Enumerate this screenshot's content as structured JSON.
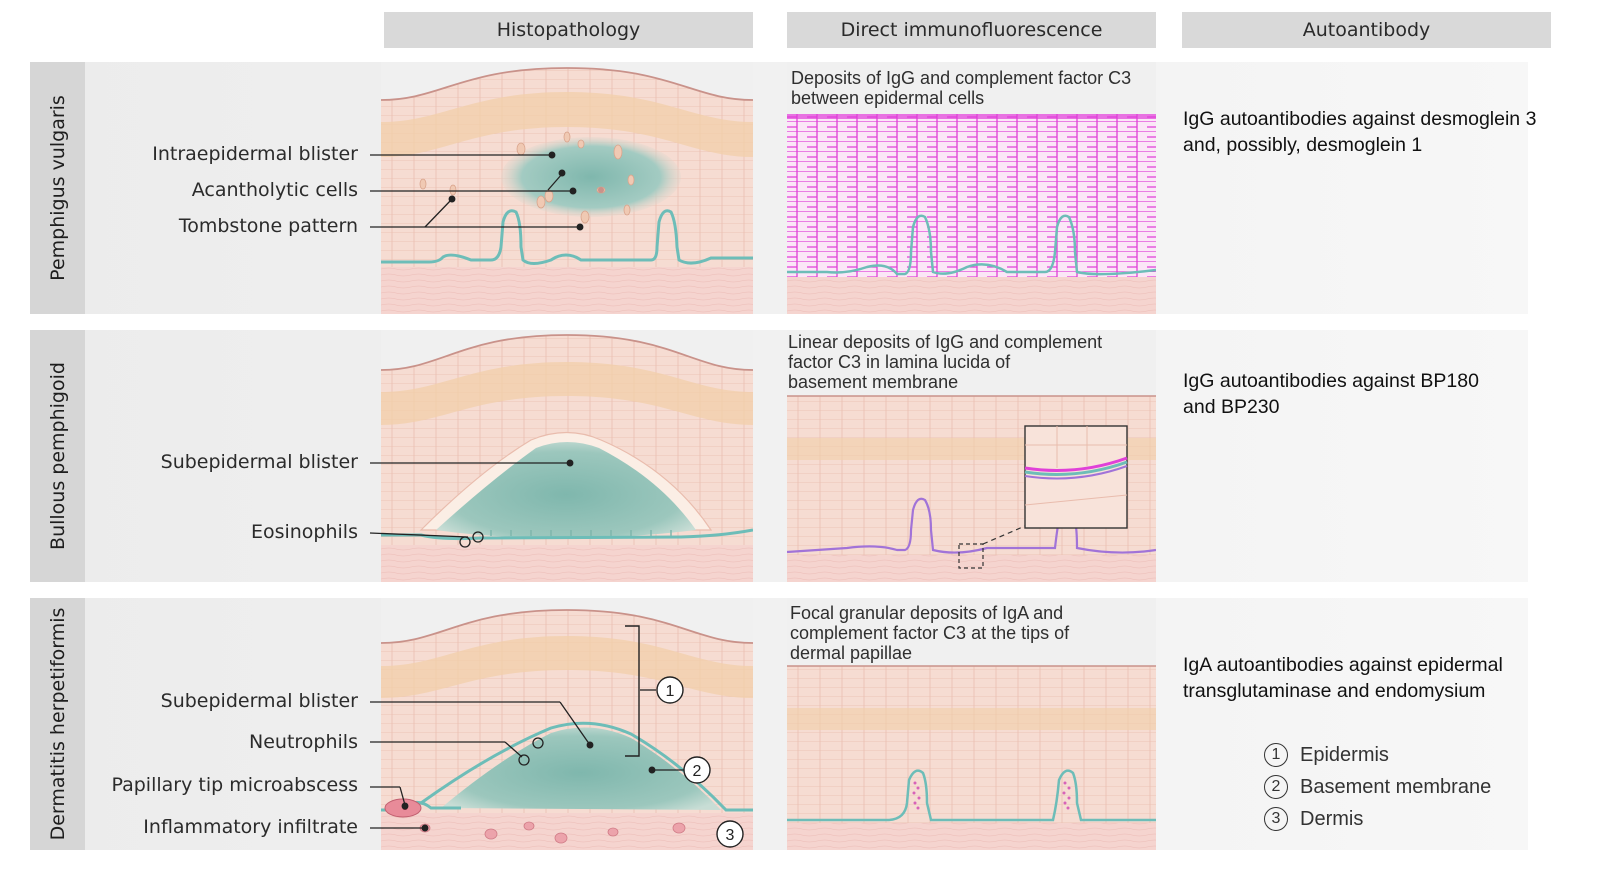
{
  "columns": {
    "histopathology": "Histopathology",
    "dif": "Direct immunofluorescence",
    "autoantibody": "Autoantibody"
  },
  "rows": [
    {
      "name": "Pemphigus vulgaris",
      "histo_labels": [
        "Intraepidermal blister",
        "Acantholytic cells",
        "Tombstone pattern"
      ],
      "dif_caption": [
        "Deposits of IgG and complement factor C3",
        "between epidermal cells"
      ],
      "autoantibody": [
        "IgG autoantibodies against desmoglein 3",
        "and, possibly, desmoglein 1"
      ]
    },
    {
      "name": "Bullous pemphigoid",
      "histo_labels": [
        "Subepidermal blister",
        "Eosinophils"
      ],
      "dif_caption": [
        "Linear deposits of IgG and complement",
        "factor C3 in lamina lucida of",
        "basement membrane"
      ],
      "autoantibody": [
        "IgG autoantibodies against BP180",
        "and BP230"
      ]
    },
    {
      "name": "Dermatitis herpetiformis",
      "histo_labels": [
        "Subepidermal blister",
        "Neutrophils",
        "Papillary tip microabscess",
        "Inflammatory infiltrate"
      ],
      "dif_caption": [
        "Focal granular deposits of IgA and",
        "complement factor C3 at the tips of",
        "dermal papillae"
      ],
      "autoantibody": [
        "IgA autoantibodies against epidermal",
        "transglutaminase and endomysium"
      ]
    }
  ],
  "legend": [
    {
      "num": "1",
      "label": "Epidermis"
    },
    {
      "num": "2",
      "label": "Basement membrane"
    },
    {
      "num": "3",
      "label": "Dermis"
    }
  ],
  "colors": {
    "skin": "#f6dcd2",
    "blister": "#7fb7ad",
    "basement_membrane": "#6dbdb8",
    "igg_deposit": "#e040d8",
    "iga_deposit": "#d863b8",
    "cell_line": "#e8b9a8"
  }
}
